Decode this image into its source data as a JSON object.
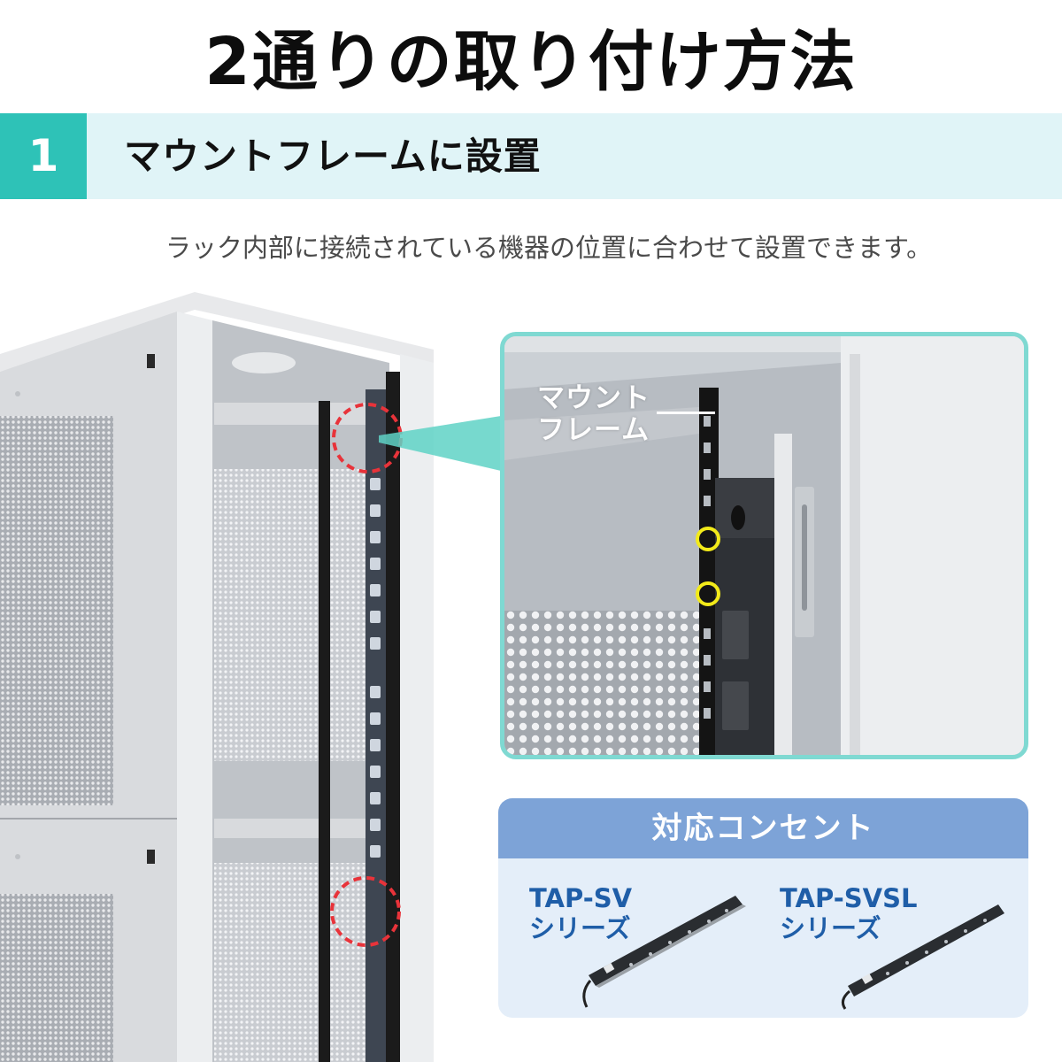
{
  "header": {
    "title": "2通りの取り付け方法"
  },
  "section": {
    "number": "1",
    "title": "マウントフレームに設置",
    "accent_color": "#2ec2b7",
    "band_color": "#e0f4f7"
  },
  "subtitle": "ラック内部に接続されている機器の位置に合わせて設置できます。",
  "photo": {
    "description": "server-rack-with-vertical-power-strip",
    "callouts": [
      {
        "type": "dashed-circle",
        "color": "#e8333a"
      },
      {
        "type": "dashed-circle",
        "color": "#e8333a"
      }
    ]
  },
  "inset": {
    "label_line1": "マウント",
    "label_line2": "フレーム",
    "border_color": "#7fd9d2",
    "highlight_color": "#f2ea1a"
  },
  "compat": {
    "heading": "対応コンセント",
    "header_color": "#7da3d7",
    "body_color": "#e4eef9",
    "models": [
      {
        "name": "TAP-SV",
        "series": "シリーズ"
      },
      {
        "name": "TAP-SVSL",
        "series": "シリーズ"
      }
    ]
  }
}
